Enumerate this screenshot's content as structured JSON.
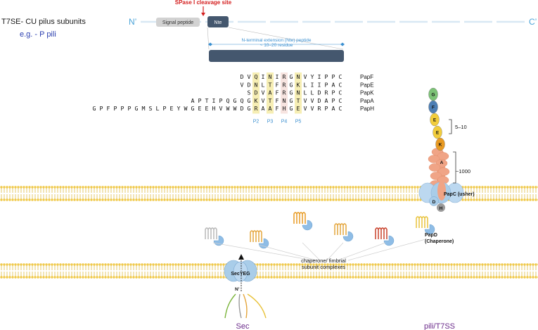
{
  "title": "T7SE- CU pilus subunits",
  "example": "e.g. - P pili",
  "cleavage_site": "SPase I cleavage site",
  "n_term": "N’",
  "c_term": "C’",
  "signal_peptide": "Signal peptide",
  "nte": "Nte",
  "nte_caption_1": "N-terminal extension (Nte) peptide",
  "nte_caption_2": "~ 10–20 residue",
  "sequences": [
    {
      "seq": "DVQINIRGNVYIPPC",
      "name": "PapF"
    },
    {
      "seq": "VDNLTFRGKLIIPAC",
      "name": "PapE"
    },
    {
      "seq": "SDVAFRGNLLDRPC",
      "name": "PapK"
    },
    {
      "seq": "APTIPQGQGKVTFNGTVVDAPC",
      "name": "PapA"
    },
    {
      "seq": "GPFPPPGMSLPEYWGEEHVWWDGRAAFHGEVVRPAC",
      "name": "PapH"
    }
  ],
  "positions": [
    "P2",
    "P3",
    "P4",
    "P5"
  ],
  "pilus_subunits": [
    "G",
    "F",
    "E",
    "E",
    "K",
    "A",
    "D",
    "H"
  ],
  "range_1": "5–10",
  "range_2": "~1000",
  "usher": "PapC (usher)",
  "chaperone_1": "PapD",
  "chaperone_2": "(Chaperone)",
  "complex_1": "chaperone/ fimbrial",
  "complex_2": "subunit complexes",
  "translocon": "SecYEG",
  "translocon_n": "N’",
  "sec": "Sec",
  "pili": "pili/T7SS",
  "colors": {
    "G": "#7cc276",
    "F": "#4d7fb5",
    "E": "#f2cd3c",
    "K": "#e89a22",
    "A": "#f0a486",
    "usher": "#bcd8f0",
    "chaperone": "#8fbde6",
    "membrane": "#f3d77a",
    "highlight": "#f6eeb4"
  }
}
